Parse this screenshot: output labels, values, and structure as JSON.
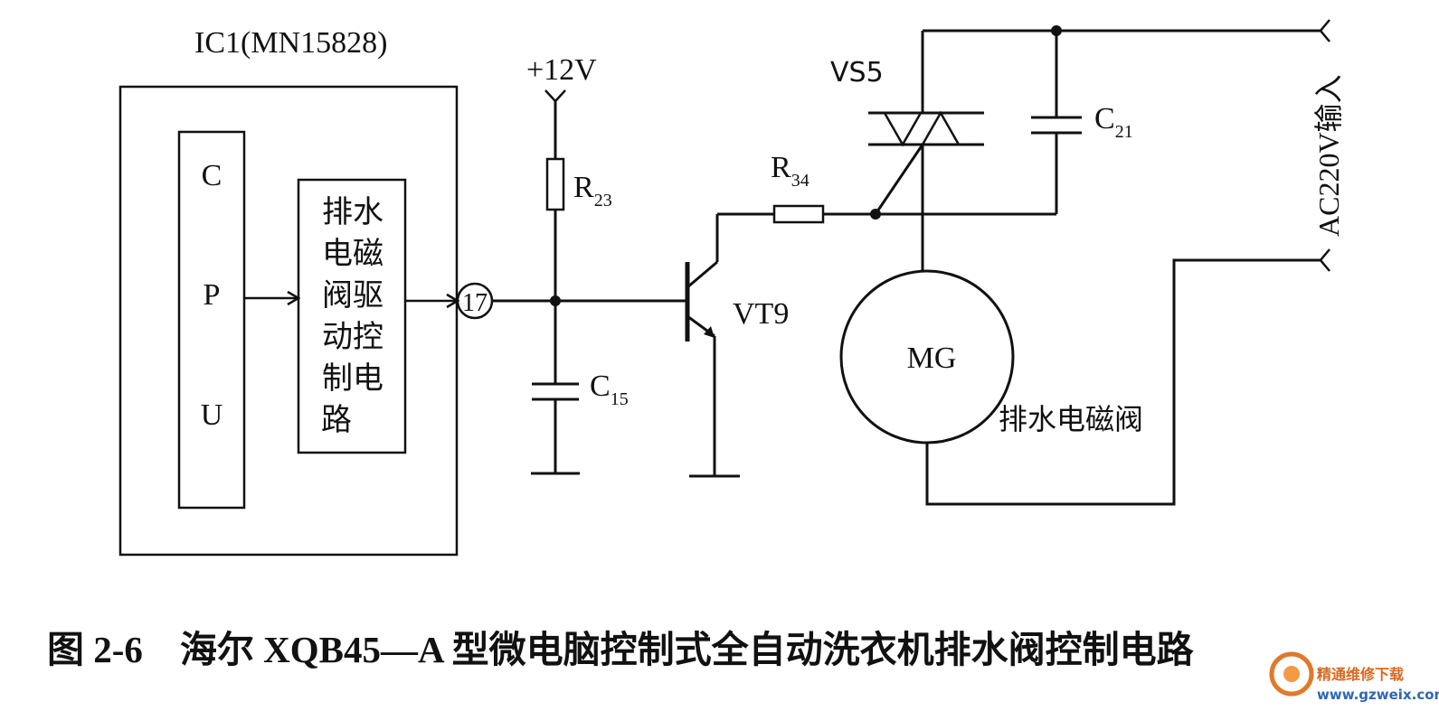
{
  "ic": {
    "label": "IC1(MN15828)"
  },
  "cpu": {
    "letters": [
      "C",
      "P",
      "U"
    ]
  },
  "driver": {
    "lines": [
      "排水",
      "电磁",
      "阀驱",
      "动控",
      "制电",
      "路"
    ]
  },
  "pin": {
    "number": "17"
  },
  "supply": {
    "label": "+12V"
  },
  "r23": {
    "main": "R",
    "sub": "23"
  },
  "c15": {
    "main": "C",
    "sub": "15"
  },
  "vt9": {
    "label": "VT9"
  },
  "r34": {
    "main": "R",
    "sub": "34"
  },
  "vs5": {
    "label": "VS5"
  },
  "c21": {
    "main": "C",
    "sub": "21"
  },
  "mg": {
    "label": "MG"
  },
  "valve": {
    "label": "排水电磁阀"
  },
  "ac": {
    "label": "AC220V输入"
  },
  "caption": {
    "text": "图 2-6　海尔 XQB45—A 型微电脑控制式全自动洗衣机排水阀控制电路"
  },
  "watermark": {
    "cn": "精通维修下载",
    "url": "www.gzweix.com"
  }
}
